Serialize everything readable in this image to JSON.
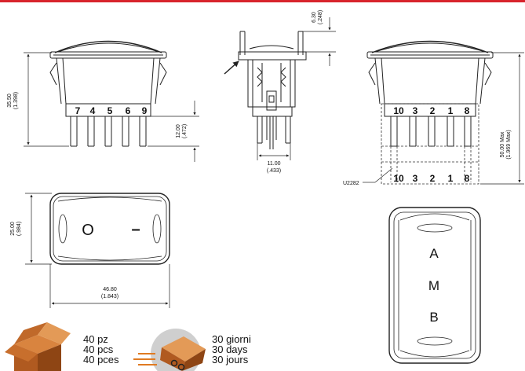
{
  "header": {
    "accent_color": "#d8242c"
  },
  "views": {
    "left_side": {
      "pins": [
        "7",
        "4",
        "5",
        "6",
        "9"
      ],
      "height_dim": [
        "35.50",
        "(1.398)"
      ],
      "terminal_dim": [
        "12.00",
        "(.472)"
      ]
    },
    "end_view": {
      "top_dim": [
        "6.30",
        "(.248)"
      ],
      "width_dim": [
        "11.00",
        "(.433)"
      ]
    },
    "right_side": {
      "pins": [
        "10",
        "3",
        "2",
        "1",
        "8"
      ],
      "variant_pins": [
        "10",
        "3",
        "2",
        "1",
        "8"
      ],
      "variant_label": "U2282",
      "height_dim": [
        "50.00 Max",
        "(1.969 Max)"
      ]
    },
    "top_view": {
      "symbol_off": "O",
      "symbol_on": "–",
      "height_dim": [
        "25.00",
        "(.984)"
      ],
      "width_dim": [
        "46.80",
        "(1.843)"
      ]
    },
    "front_view": {
      "letters": [
        "A",
        "M",
        "B"
      ]
    }
  },
  "packaging": {
    "quantity": [
      "40 pz",
      "40 pcs",
      "40 pces"
    ],
    "delivery": [
      "30 giorni",
      "30 days",
      "30 jours"
    ],
    "box_color": "#c0692a",
    "truck_circle_color": "#cfcfcf",
    "speed_line_color": "#e07b22"
  }
}
